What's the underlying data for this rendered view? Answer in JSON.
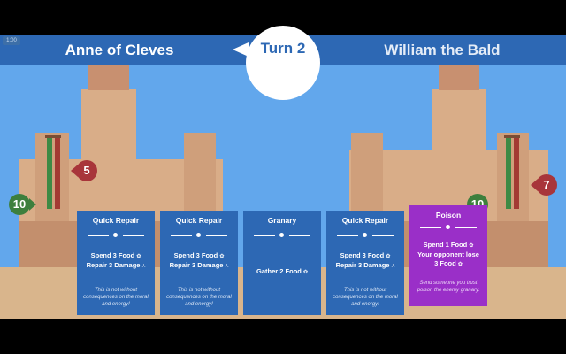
{
  "timer": "1:00",
  "header": {
    "player1": "Anne of Cleves",
    "turn_label": "Turn 2",
    "player2": "William the Bald"
  },
  "player1": {
    "food": "5",
    "health": "10"
  },
  "player2": {
    "food": "7",
    "health": "10"
  },
  "cards": [
    {
      "title": "Quick Repair",
      "effect_line1": "Spend 3 Food",
      "effect_line2": "Repair 3 Damage",
      "description": "This is not without consequences on the moral and energy!"
    },
    {
      "title": "Quick Repair",
      "effect_line1": "Spend 3 Food",
      "effect_line2": "Repair 3 Damage",
      "description": "This is not without consequences on the moral and energy!"
    },
    {
      "title": "Granary",
      "effect_line1": "Gather 2 Food",
      "effect_line2": "",
      "description": ""
    },
    {
      "title": "Quick Repair",
      "effect_line1": "Spend 3 Food",
      "effect_line2": "Repair 3 Damage",
      "description": "This is not without consequences on the moral and energy!"
    },
    {
      "title": "Poison",
      "effect_line1": "Spend 1 Food",
      "effect_line2": "Your opponent lose",
      "effect_line3": "3 Food",
      "description": "Send someone you trust poison the enemy granary."
    }
  ],
  "colors": {
    "sky": "#62a7ec",
    "header": "#2d68b4",
    "card_blue": "#2d68b4",
    "card_poison": "#9a2fc8",
    "food_badge": "#a8353a",
    "health_badge": "#3d7f3d"
  },
  "icons": {
    "food": "wheat-icon",
    "damage": "rubble-icon"
  }
}
